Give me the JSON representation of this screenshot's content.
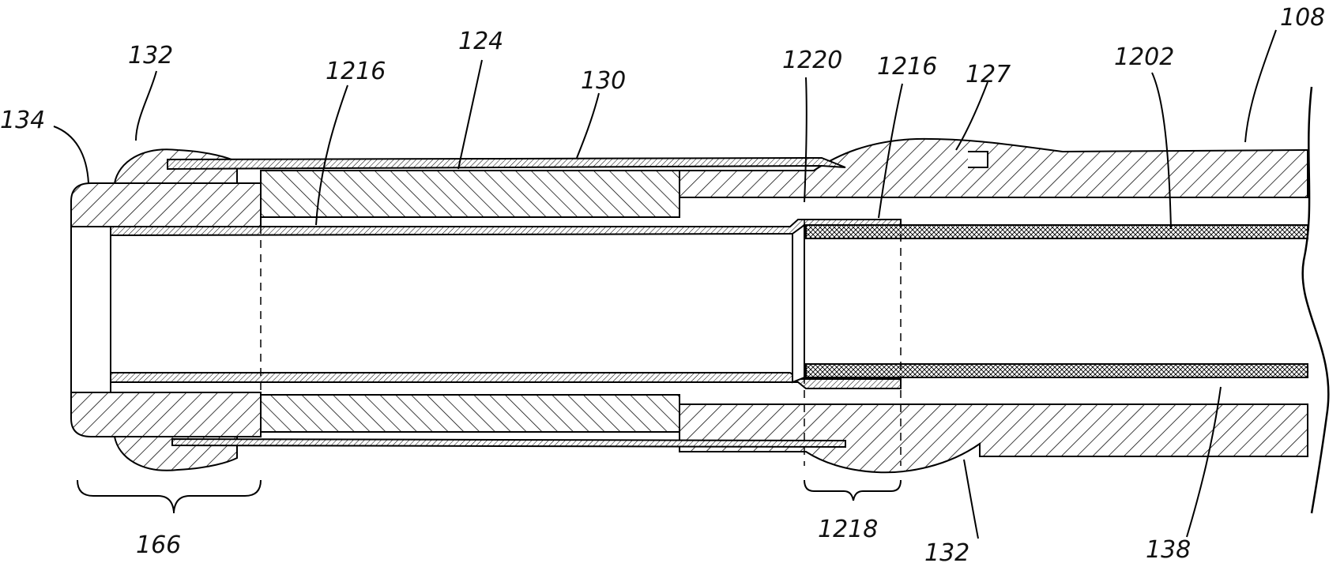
{
  "figure": {
    "labels": [
      {
        "id": "lbl-134",
        "text": "134"
      },
      {
        "id": "lbl-132-top",
        "text": "132"
      },
      {
        "id": "lbl-1216-left",
        "text": "1216"
      },
      {
        "id": "lbl-124",
        "text": "124"
      },
      {
        "id": "lbl-130",
        "text": "130"
      },
      {
        "id": "lbl-1220",
        "text": "1220"
      },
      {
        "id": "lbl-1216-right",
        "text": "1216"
      },
      {
        "id": "lbl-127",
        "text": "127"
      },
      {
        "id": "lbl-1202",
        "text": "1202"
      },
      {
        "id": "lbl-108",
        "text": "108"
      },
      {
        "id": "lbl-166",
        "text": "166"
      },
      {
        "id": "lbl-1218",
        "text": "1218"
      },
      {
        "id": "lbl-132-bottom",
        "text": "132"
      },
      {
        "id": "lbl-138",
        "text": "138"
      }
    ]
  }
}
